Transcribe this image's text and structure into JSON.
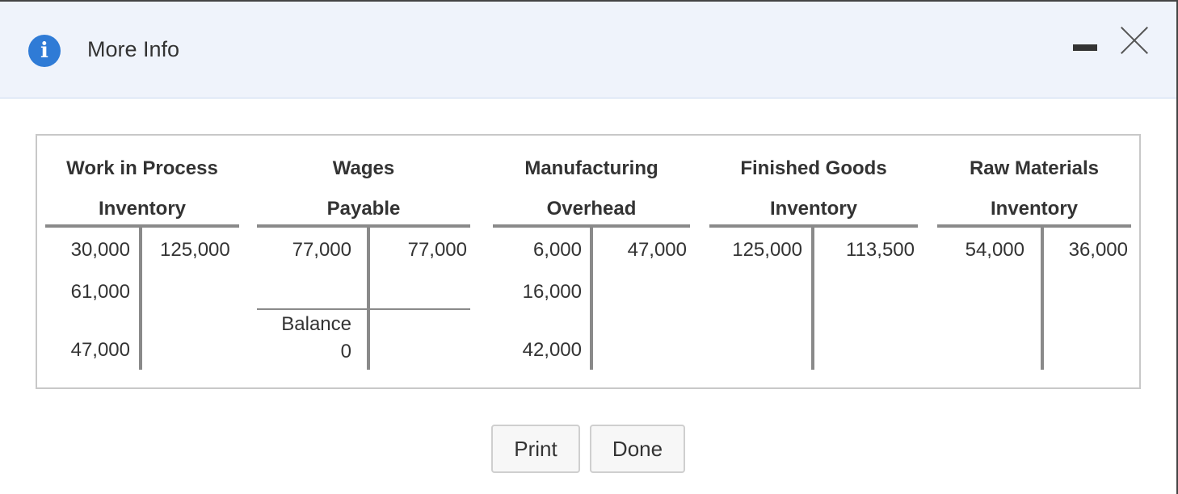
{
  "dialog": {
    "title": "More Info",
    "info_icon": "info-icon",
    "minimize_icon": "minimize-icon",
    "close_icon": "close-icon"
  },
  "accounts": [
    {
      "title_line1": "Work in Process",
      "title_line2": "Inventory",
      "debits": [
        "30,000",
        "61,000",
        "47,000"
      ],
      "credits": [
        "125,000"
      ]
    },
    {
      "title_line1": "Wages",
      "title_line2": "Payable",
      "debits": [
        "77,000"
      ],
      "credits": [
        "77,000"
      ],
      "balance_label": "Balance",
      "balance_value": "0"
    },
    {
      "title_line1": "Manufacturing",
      "title_line2": "Overhead",
      "debits": [
        "6,000",
        "16,000",
        "42,000"
      ],
      "credits": [
        "47,000"
      ]
    },
    {
      "title_line1": "Finished Goods",
      "title_line2": "Inventory",
      "debits": [
        "125,000"
      ],
      "credits": [
        "113,500"
      ]
    },
    {
      "title_line1": "Raw Materials",
      "title_line2": "Inventory",
      "debits": [
        "54,000"
      ],
      "credits": [
        "36,000"
      ]
    }
  ],
  "buttons": {
    "print": "Print",
    "done": "Done"
  }
}
